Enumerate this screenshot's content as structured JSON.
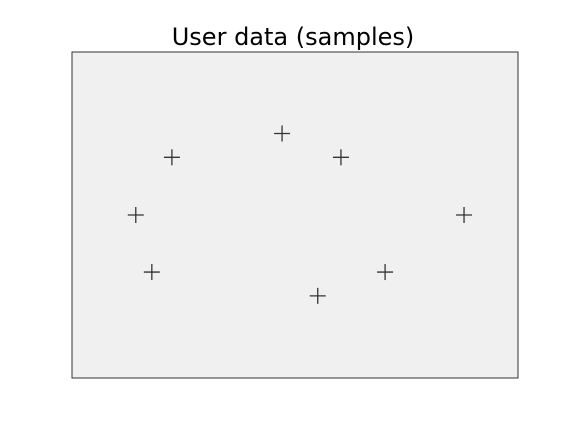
{
  "chart_data": {
    "type": "scatter",
    "title": "User data (samples)",
    "xlabel": "",
    "ylabel": "",
    "axes_visible": false,
    "grid": false,
    "marker": "+",
    "xlim": [
      0,
      10
    ],
    "ylim": [
      0,
      10
    ],
    "points": [
      {
        "x": 1.43,
        "y": 5.0
      },
      {
        "x": 1.79,
        "y": 3.25
      },
      {
        "x": 2.24,
        "y": 6.77
      },
      {
        "x": 4.71,
        "y": 7.5
      },
      {
        "x": 5.51,
        "y": 2.52
      },
      {
        "x": 6.03,
        "y": 6.77
      },
      {
        "x": 7.02,
        "y": 3.25
      },
      {
        "x": 8.79,
        "y": 5.0
      }
    ]
  },
  "colors": {
    "background": "#ffffff",
    "plot_background": "#f0f0f0",
    "frame": "#333333",
    "marker": "#333333",
    "title": "#000000"
  }
}
